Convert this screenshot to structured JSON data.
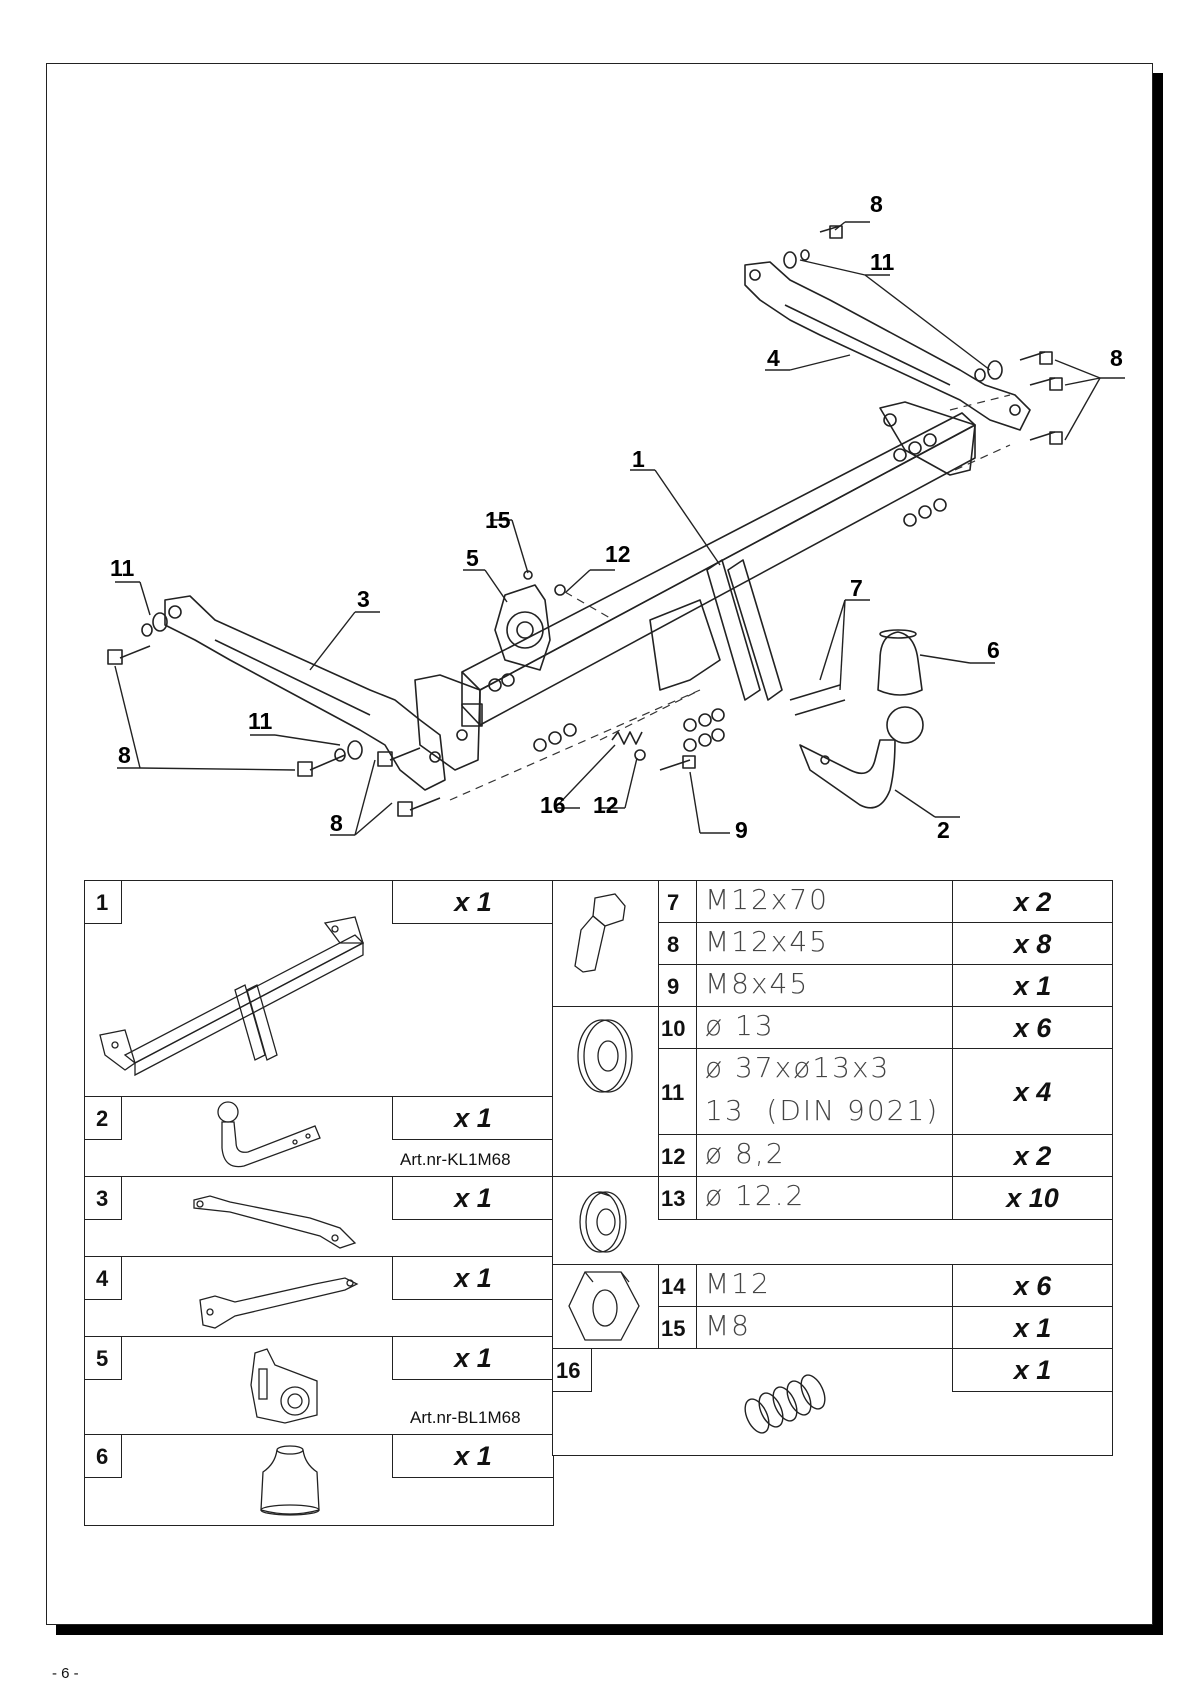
{
  "diagram": {
    "callouts": [
      "1",
      "2",
      "3",
      "4",
      "5",
      "6",
      "7",
      "8",
      "9",
      "11",
      "12",
      "15",
      "16"
    ]
  },
  "parts": {
    "p1": {
      "num": "1",
      "qty": "x 1"
    },
    "p2": {
      "num": "2",
      "qty": "x 1",
      "art": "Art.nr-KL1M68"
    },
    "p3": {
      "num": "3",
      "qty": "x 1"
    },
    "p4": {
      "num": "4",
      "qty": "x 1"
    },
    "p5": {
      "num": "5",
      "qty": "x 1",
      "art": "Art.nr-BL1M68"
    },
    "p6": {
      "num": "6",
      "qty": "x 1"
    },
    "p7": {
      "num": "7",
      "spec": "M12x70",
      "qty": "x 2"
    },
    "p8": {
      "num": "8",
      "spec": "M12x45",
      "qty": "x 8"
    },
    "p9": {
      "num": "9",
      "spec": "M8x45",
      "qty": "x 1"
    },
    "p10": {
      "num": "10",
      "spec": "ø 13",
      "qty": "x 6"
    },
    "p11": {
      "num": "11",
      "spec_line1": "ø 37xø13x3",
      "spec_line2": "13  (DIN 9021)",
      "qty": "x 4"
    },
    "p12": {
      "num": "12",
      "spec": "ø 8,2",
      "qty": "x 2"
    },
    "p13": {
      "num": "13",
      "spec": "ø 12.2",
      "qty": "x 10"
    },
    "p14": {
      "num": "14",
      "spec": "M12",
      "qty": "x 6"
    },
    "p15": {
      "num": "15",
      "spec": "M8",
      "qty": "x 1"
    },
    "p16": {
      "num": "16",
      "qty": "x 1"
    }
  },
  "footer": {
    "page": "- 6 -"
  }
}
